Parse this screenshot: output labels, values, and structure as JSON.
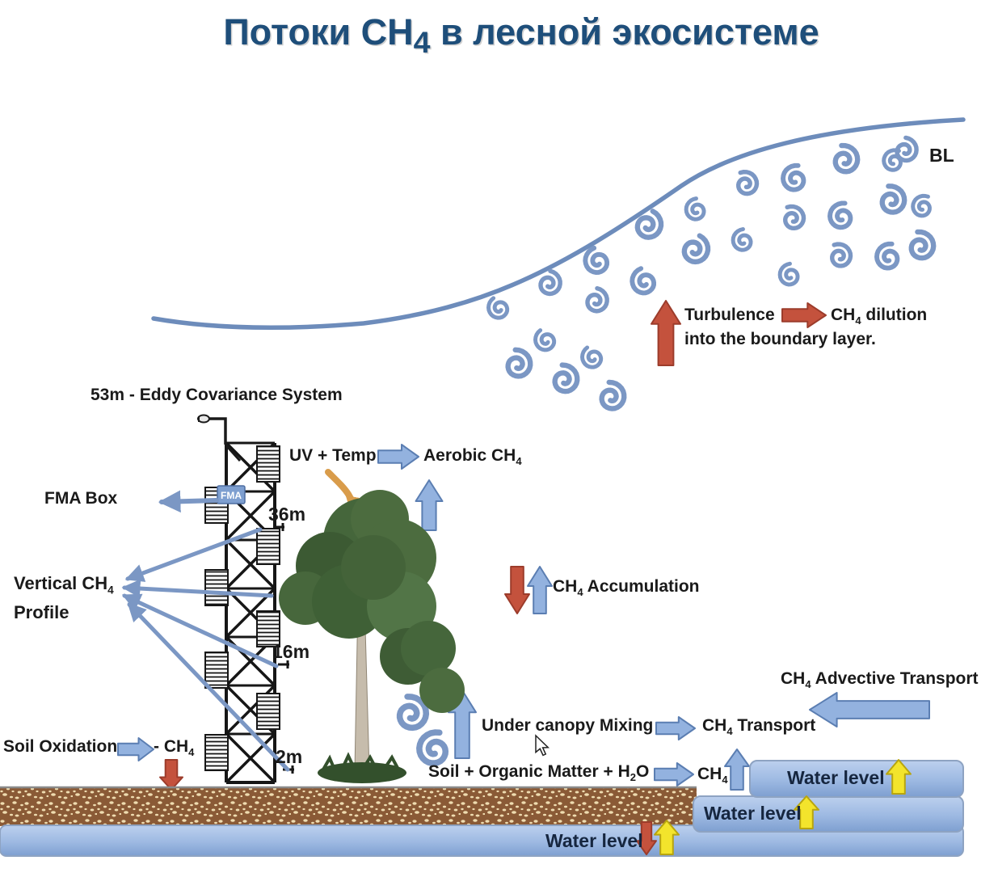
{
  "title": {
    "t1": "Потоки CH",
    "sub": "4",
    "t2": " в лесной экосистеме"
  },
  "boundary_layer": {
    "bl_label": "BL",
    "turbulence_label": "Turbulence",
    "dilution": {
      "t1": "CH",
      "sub": "4",
      "t2": " dilution"
    },
    "dilution_line2": "into the boundary layer."
  },
  "tower": {
    "system_label": "53m - Eddy Covariance System",
    "fma_box_text": "FMA",
    "fma_label": "FMA Box",
    "heights": [
      {
        "label": "36m"
      },
      {
        "label": "16m"
      },
      {
        "label": "2m"
      }
    ],
    "profile_label": {
      "t1": "Vertical CH",
      "sub": "4",
      "line2": "Profile"
    }
  },
  "canopy": {
    "uv_label": "UV + Temp",
    "aerobic": {
      "t1": "Aerobic CH",
      "sub": "4",
      "t2": ""
    },
    "accumulation": {
      "t1": "CH",
      "sub": "4",
      "t2": " Accumulation"
    },
    "under_mixing_label": "Under canopy Mixing",
    "transport": {
      "t1": "CH",
      "sub": "4",
      "t2": " Transport"
    },
    "advective": {
      "t1": "CH",
      "sub": "4",
      "t2": " Advective Transport"
    }
  },
  "ground": {
    "oxidation_label": "Soil Oxidation",
    "minus_ch4": {
      "t1": "- CH",
      "sub": "4",
      "t2": ""
    },
    "organic": {
      "t1": "Soil + Organic Matter + H",
      "sub": "2",
      "t2": "O"
    },
    "ch4": {
      "t1": "CH",
      "sub": "4",
      "t2": ""
    },
    "water_levels": [
      {
        "label": "Water level"
      },
      {
        "label": "Water level"
      },
      {
        "label": "Water level"
      }
    ]
  },
  "colors": {
    "title_blue": "#1E4E7A",
    "eddy_blue": "#7B97C4",
    "curve_blue": "#6D8CBB",
    "arrow_blue_fill": "#93B2DF",
    "arrow_blue_stroke": "#5B7EB2",
    "arrow_red": "#C4523D",
    "arrow_red_stroke": "#9C3C2B",
    "arrow_orange": "#D99C4B",
    "arrow_yellow": "#F3E42C",
    "arrow_yellow_stroke": "#B8A50F",
    "soil_brown": "#8A5A36",
    "soil_speckle": "#EFDCB0",
    "water_light": "#BCD0EE",
    "water_mid": "#9DB9E2",
    "water_dark": "#7E9FD0",
    "water_border": "#8EA3C2",
    "text_dark": "#1A1A1A",
    "water_text": "#16263F"
  }
}
